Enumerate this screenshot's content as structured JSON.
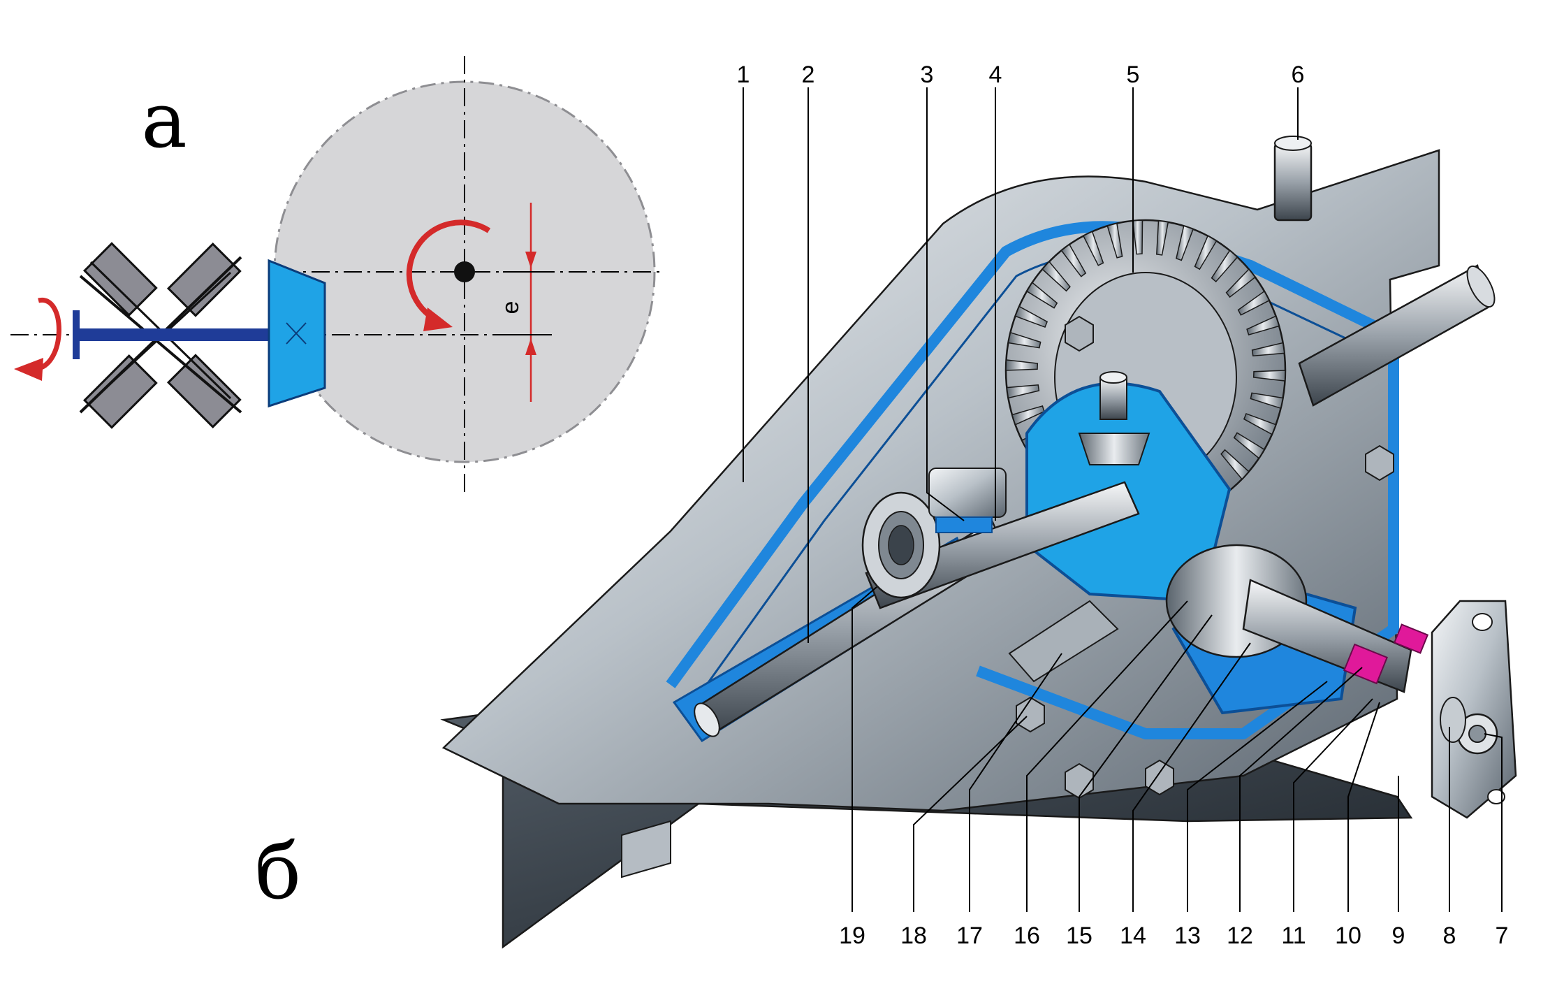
{
  "diagram": {
    "part_a": {
      "letter": "а",
      "eccentricity_label": "e",
      "colors": {
        "wheel": "#d6d6d8",
        "pinion": "#1fa3e6",
        "shaft": "#1f3c98",
        "bearing": "#8c8c94",
        "arrow": "#d42a2a"
      }
    },
    "part_b": {
      "letter": "б",
      "top_callouts": [
        "1",
        "2",
        "3",
        "4",
        "5",
        "6"
      ],
      "bottom_callouts": [
        "19",
        "18",
        "17",
        "16",
        "15",
        "14",
        "13",
        "12",
        "11",
        "10",
        "9",
        "8",
        "7"
      ],
      "colors": {
        "housing_section": "#1f86dd",
        "seal": "#e0199a",
        "metal_dark": "#39434d",
        "metal_light": "#c9ced3"
      }
    }
  }
}
